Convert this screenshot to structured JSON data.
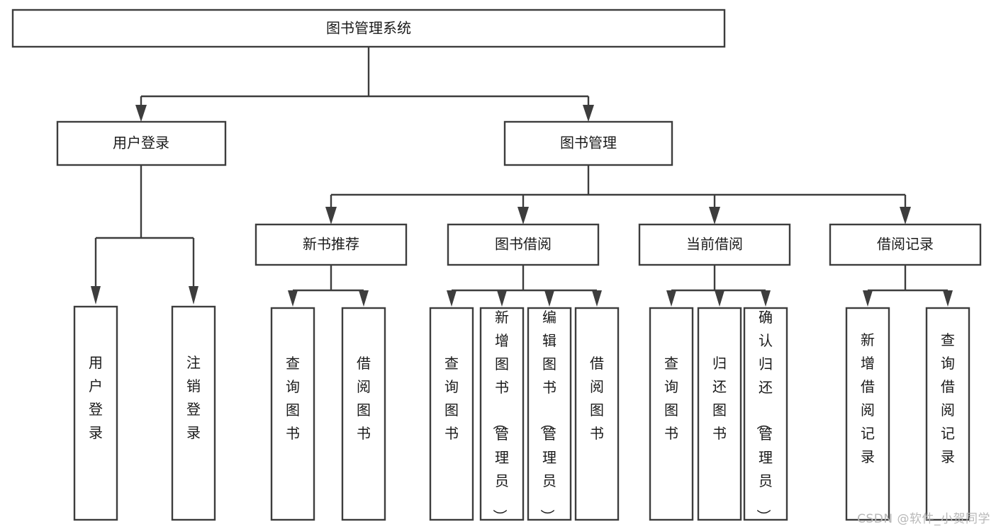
{
  "diagram": {
    "type": "hierarchy-tree",
    "title": "图书管理系统",
    "orientation": "top-down",
    "levels": 4,
    "colors": {
      "box_stroke": "#3d3d3d",
      "box_fill": "#ffffff",
      "connector": "#3d3d3d",
      "text": "#1a1a1a",
      "background": "#ffffff",
      "watermark": "#b8b8b8"
    },
    "root": {
      "label": "图书管理系统"
    },
    "level2": [
      {
        "label": "用户登录"
      },
      {
        "label": "图书管理"
      }
    ],
    "level3": [
      {
        "label": "新书推荐"
      },
      {
        "label": "图书借阅"
      },
      {
        "label": "当前借阅"
      },
      {
        "label": "借阅记录"
      }
    ],
    "leaves": {
      "user_login": [
        {
          "label": "用户登录"
        },
        {
          "label": "注销登录"
        }
      ],
      "new_book_recommend": [
        {
          "label": "查询图书"
        },
        {
          "label": "借阅图书"
        }
      ],
      "book_borrow": [
        {
          "label": "查询图书"
        },
        {
          "label": "新增图书（管理员）"
        },
        {
          "label": "编辑图书（管理员）"
        },
        {
          "label": "借阅图书"
        }
      ],
      "current_borrow": [
        {
          "label": "查询图书"
        },
        {
          "label": "归还图书"
        },
        {
          "label": "确认归还（管理员）"
        }
      ],
      "borrow_record": [
        {
          "label": "新增借阅记录"
        },
        {
          "label": "查询借阅记录"
        }
      ]
    }
  },
  "watermark": {
    "text": "CSDN @软件_小贺同学"
  }
}
